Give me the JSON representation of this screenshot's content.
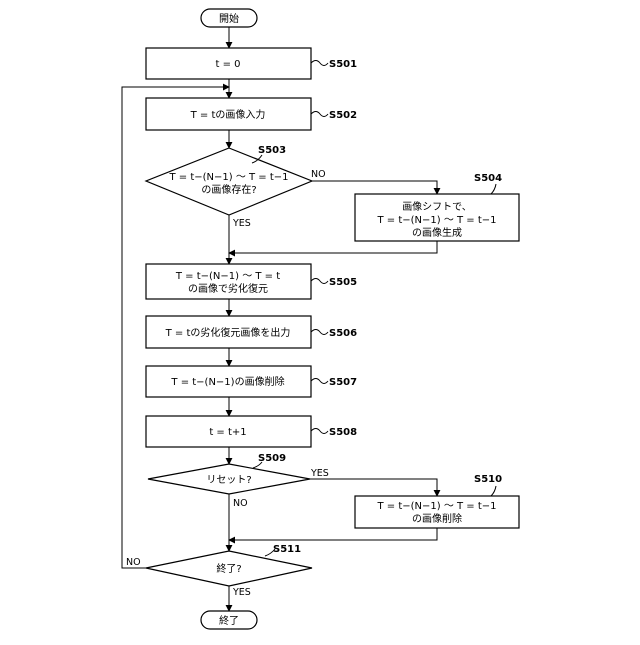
{
  "terminals": {
    "start": "開始",
    "end": "終了"
  },
  "boxes": {
    "s501": "t = 0",
    "s502": "T = tの画像入力",
    "s504": [
      "画像シフトで、",
      "T = t−(N−1) 〜 T = t−1",
      "の画像生成"
    ],
    "s505": [
      "T = t−(N−1) 〜 T = t",
      "の画像で劣化復元"
    ],
    "s506": "T = tの劣化復元画像を出力",
    "s507": "T = t−(N−1)の画像削除",
    "s508": "t = t+1",
    "s510": [
      "T = t−(N−1) 〜 T = t−1",
      "の画像削除"
    ]
  },
  "decisions": {
    "s503": [
      "T = t−(N−1) 〜 T = t−1",
      "の画像存在?"
    ],
    "s509": "リセット?",
    "s511": "終了?"
  },
  "step_labels": {
    "s501": "S501",
    "s502": "S502",
    "s503": "S503",
    "s504": "S504",
    "s505": "S505",
    "s506": "S506",
    "s507": "S507",
    "s508": "S508",
    "s509": "S509",
    "s510": "S510",
    "s511": "S511"
  },
  "branches": {
    "s503_no": "NO",
    "s503_yes": "YES",
    "s509_yes": "YES",
    "s509_no": "NO",
    "s511_no": "NO",
    "s511_yes": "YES"
  }
}
